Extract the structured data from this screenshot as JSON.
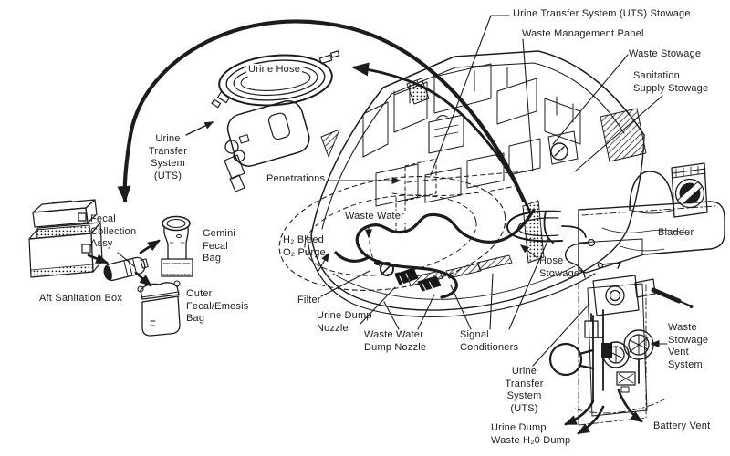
{
  "figure": {
    "description": "Apollo command module waste management system cutaway diagram",
    "background_color": "#ffffff",
    "line_color": "#1c1c1c"
  },
  "labels": {
    "uts_stowage": "Urine Transfer System (UTS) Stowage",
    "waste_management_panel": "Waste Management Panel",
    "waste_stowage": "Waste Stowage",
    "sanitation_supply_stowage": "Sanitation\nSupply Stowage",
    "urine_hose": "Urine Hose",
    "uts_left": "Urine\nTransfer\nSystem\n(UTS)",
    "penetrations": "Penetrations",
    "waste_water": "Waste Water",
    "h2_bleed_o2_purge": "H₂ Bleed\nO₂ Purge",
    "fecal_collection_assy": "Fecal\nCollection\nAssy",
    "gemini_fecal_bag": "Gemini\nFecal\nBag",
    "aft_sanitation_box": "Aft Sanitation Box",
    "outer_fecal_emesis_bag": "Outer\nFecal/Emesis\nBag",
    "filter": "Filter",
    "urine_dump_nozzle": "Urine Dump\nNozzle",
    "waste_water_dump_nozzle": "Waste Water\nDump Nozzle",
    "signal_conditioners": "Signal\nConditioners",
    "hose_stowage": "Hose\nStowage",
    "bladder": "Bladder",
    "uts_lower": "Urine\nTransfer\nSystem\n(UTS)",
    "waste_stowage_vent_system": "Waste\nStowage\nVent\nSystem",
    "urine_dump_waste_h2o_dump": "Urine Dump\nWaste H₂0 Dump",
    "battery_vent": "Battery Vent"
  }
}
